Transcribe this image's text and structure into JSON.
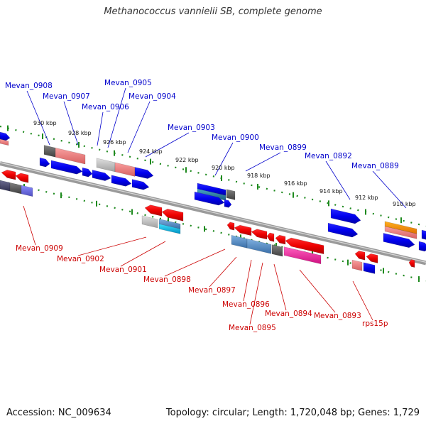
{
  "title": "Methanococcus vannielii SB, complete genome",
  "footer": {
    "accession": "Accession: NC_009634",
    "topology": "Topology: circular; Length: 1,720,048 bp; Genes: 1,729"
  },
  "colors": {
    "forward_label": "#0000cc",
    "reverse_label": "#cc0000",
    "backbone": "#8a8a8a",
    "tick_dot": "#1e8a1e"
  },
  "scale_ticks": [
    "930 kbp",
    "928 kbp",
    "926 kbp",
    "924 kbp",
    "922 kbp",
    "920 kbp",
    "918 kbp",
    "916 kbp",
    "914 kbp",
    "912 kbp",
    "910 kbp"
  ],
  "forward_labels": [
    "Mevan_0908",
    "Mevan_0907",
    "Mevan_0906",
    "Mevan_0905",
    "Mevan_0904",
    "Mevan_0903",
    "Mevan_0900",
    "Mevan_0899",
    "Mevan_0892",
    "Mevan_0889"
  ],
  "reverse_labels": [
    "Mevan_0909",
    "Mevan_0902",
    "Mevan_0901",
    "Mevan_0898",
    "Mevan_0897",
    "Mevan_0896",
    "Mevan_0895",
    "Mevan_0894",
    "Mevan_0893",
    "rps15p"
  ]
}
